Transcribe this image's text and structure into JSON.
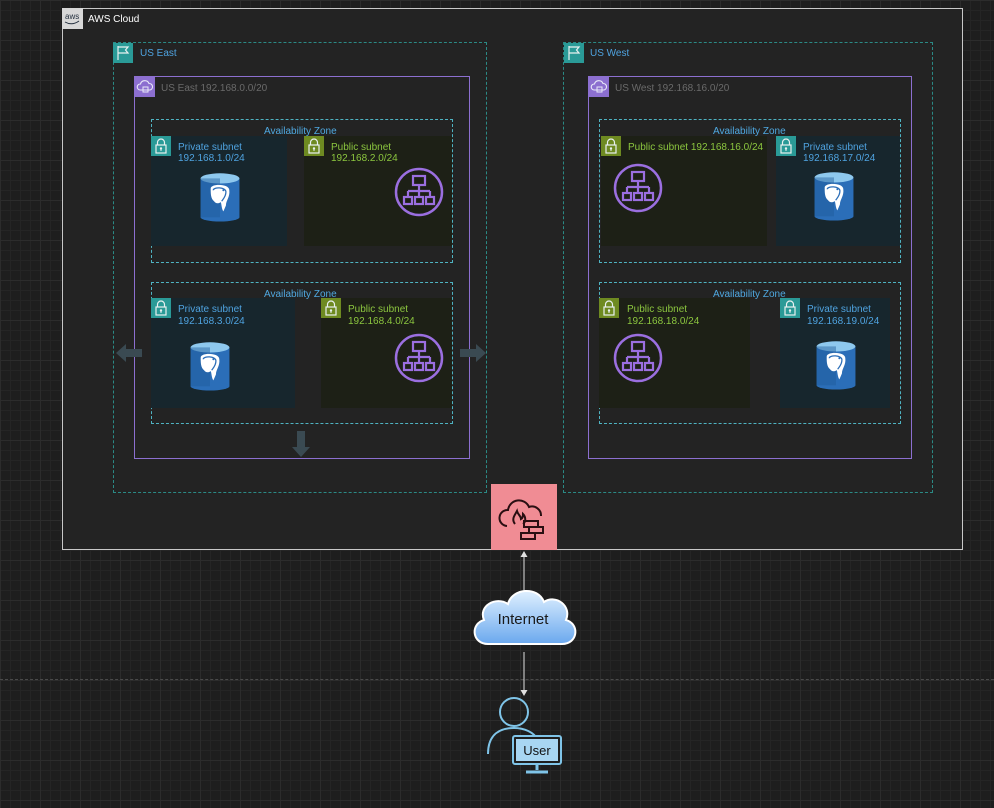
{
  "aws_cloud": {
    "label": "AWS Cloud"
  },
  "us_east": {
    "region_label": "US East",
    "vpc_label": "US East 192.168.0.0/20",
    "az1": {
      "label": "Availability Zone",
      "private": {
        "title": "Private subnet",
        "cidr": "192.168.1.0/24"
      },
      "public": {
        "title": "Public subnet",
        "cidr": "192.168.2.0/24"
      }
    },
    "az2": {
      "label": "Availability Zone",
      "private": {
        "title": "Private subnet",
        "cidr": "192.168.3.0/24"
      },
      "public": {
        "title": "Public subnet",
        "cidr": "192.168.4.0/24"
      }
    }
  },
  "us_west": {
    "region_label": "US West",
    "vpc_label": "US West 192.168.16.0/20",
    "az1": {
      "label": "Availability Zone",
      "public": {
        "title": "Public subnet 192.168.16.0/24"
      },
      "private": {
        "title": "Private subnet",
        "cidr": "192.168.17.0/24"
      }
    },
    "az2": {
      "label": "Availability Zone",
      "public": {
        "title": "Public subnet",
        "cidr": "192.168.18.0/24"
      },
      "private": {
        "title": "Private subnet",
        "cidr": "192.168.19.0/24"
      }
    }
  },
  "internet": {
    "label": "Internet"
  },
  "user": {
    "label": "User"
  },
  "colors": {
    "private": "#2a9a97",
    "public": "#6e8a21",
    "vpc": "#8c6fd0",
    "firewall": "#f08c94"
  }
}
